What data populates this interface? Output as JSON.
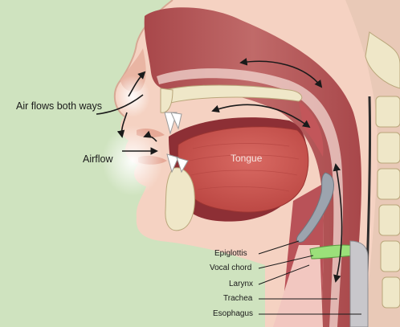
{
  "labels": {
    "air_flows_both_ways": "Air flows both ways",
    "airflow": "Airflow",
    "tongue": "Tongue",
    "epiglottis": "Epiglottis",
    "vocal_chord": "Vocal chord",
    "larynx": "Larynx",
    "trachea": "Trachea",
    "esophagus": "Esophagus"
  },
  "colors": {
    "background": "#cfe3bf",
    "skin": "#f5d2c2",
    "tissue": "#a8474a",
    "tongue": "#c94f4d",
    "bone": "#efe7c8",
    "cartilage": "#9ca4ae"
  }
}
